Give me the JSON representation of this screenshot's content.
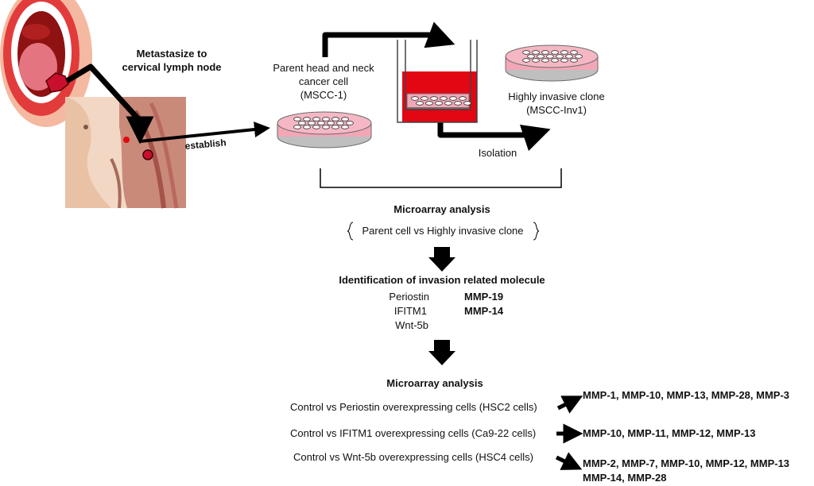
{
  "colors": {
    "arrow": "#000000",
    "dish_fill": "#f2a7b6",
    "dish_rim": "#6b6b6b",
    "medium_red": "#e30613",
    "skin": "#f4c9a8",
    "lip": "#e23b3b",
    "tumor": "#c8102e"
  },
  "illustration": {
    "metastasis_label": [
      "Metastasize to",
      "cervical lymph node"
    ],
    "establish_label": "establish"
  },
  "culture": {
    "parent_cell": [
      "Parent head and neck",
      "cancer cell",
      "(MSCC-1)"
    ],
    "invasive_clone": [
      "Highly invasive clone",
      "(MSCC-Inv1)"
    ],
    "isolation_label": "Isolation"
  },
  "step1": {
    "title": "Microarray analysis",
    "comparison": "Parent cell vs Highly invasive clone"
  },
  "step2": {
    "title": "Identification of invasion related molecule",
    "molecules_left": [
      "Periostin",
      "IFITM1",
      "Wnt-5b"
    ],
    "molecules_right": [
      "MMP-19",
      "MMP-14"
    ]
  },
  "step3": {
    "title": "Microarray analysis",
    "rows": [
      {
        "comparison": "Control vs Periostin overexpressing cells (HSC2 cells)",
        "result": [
          "MMP-1, MMP-10, MMP-13, MMP-28, MMP-3"
        ]
      },
      {
        "comparison": "Control vs IFITM1 overexpressing cells (Ca9-22 cells)",
        "result": [
          "MMP-10, MMP-11, MMP-12, MMP-13"
        ]
      },
      {
        "comparison": "Control vs Wnt-5b overexpressing cells (HSC4 cells)",
        "result": [
          "MMP-2, MMP-7, MMP-10, MMP-12, MMP-13",
          "MMP-14, MMP-28"
        ]
      }
    ]
  }
}
